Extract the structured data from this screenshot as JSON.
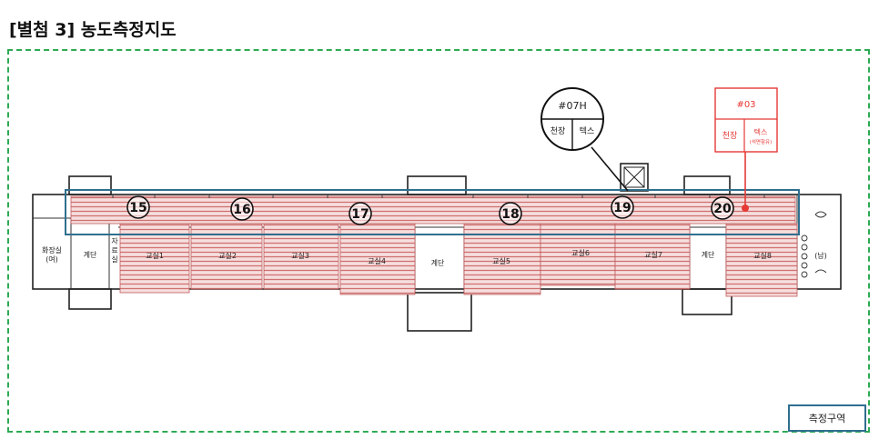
{
  "title": "[별첨 3] 농도측정지도",
  "colors": {
    "hatch": "#d07070",
    "measure_zone": "#2f6f8f",
    "frame": "#2eaa54",
    "callout_red": "#e53935",
    "wall": "#222222"
  },
  "rooms": {
    "restroom_f": "화장실\n(여)",
    "stairs_left": "계단",
    "materials": "자\n료\n실",
    "class1": "교실1",
    "class2": "교실2",
    "class3": "교실3",
    "class4": "교실4",
    "stairs_center": "계단",
    "class5": "교실5",
    "class6": "교실6",
    "class7": "교실7",
    "stairs_right": "계단",
    "class8": "교실8",
    "restroom_m": "(남)"
  },
  "points": [
    {
      "label": "15"
    },
    {
      "label": "16"
    },
    {
      "label": "17"
    },
    {
      "label": "18"
    },
    {
      "label": "19"
    },
    {
      "label": "20"
    }
  ],
  "callout_07h": {
    "id": "#07H",
    "left": "천장",
    "right": "텍스"
  },
  "callout_03": {
    "id": "#03",
    "left": "천장",
    "right": "텍스",
    "note": "(석면함유)"
  },
  "legend": "측정구역"
}
